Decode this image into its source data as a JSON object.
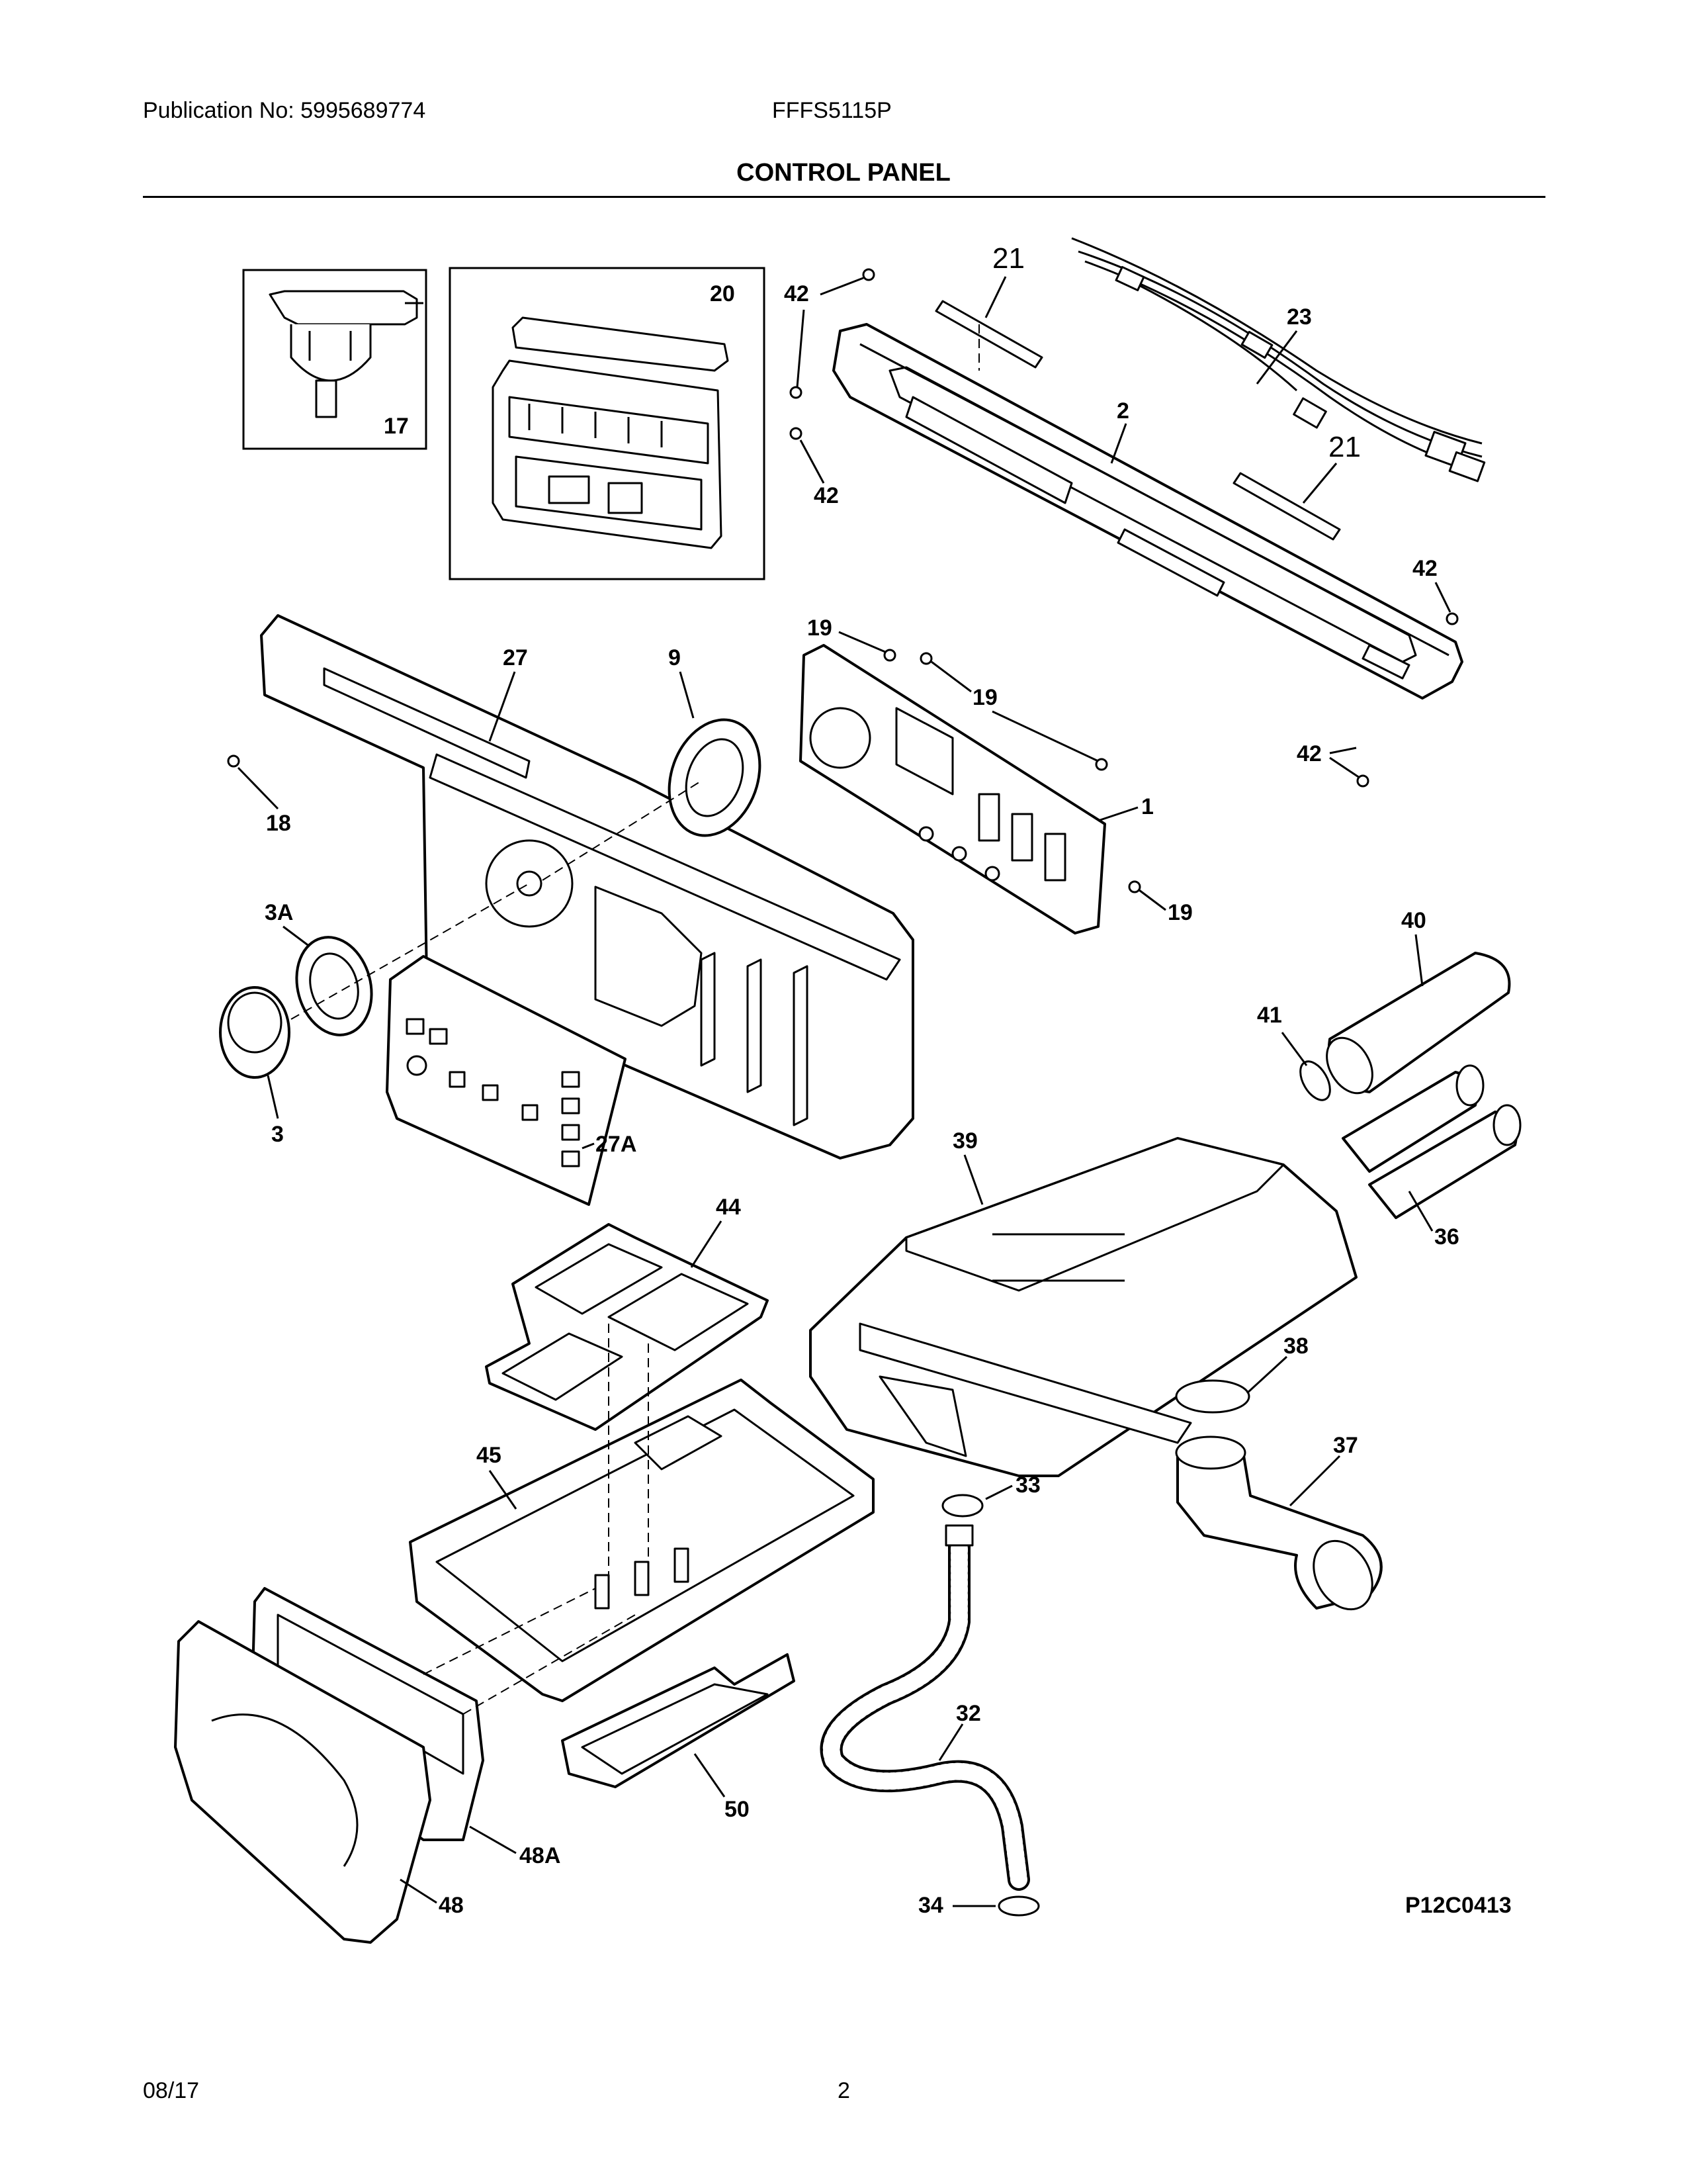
{
  "header": {
    "publication": "Publication No: 5995689774",
    "model": "FFFS5115P"
  },
  "title": "CONTROL PANEL",
  "footer": {
    "date": "08/17",
    "page": "2"
  },
  "diagram_code": "P12C0413",
  "callouts": {
    "c17": "17",
    "c20": "20",
    "c42a": "42",
    "c42b": "42",
    "c42c": "42",
    "c42d": "42",
    "c21a": "21",
    "c21b": "21",
    "c23": "23",
    "c2": "2",
    "c27": "27",
    "c9": "9",
    "c19a": "19",
    "c19b": "19",
    "c19c": "19",
    "c1": "1",
    "c18": "18",
    "c3A": "3A",
    "c3": "3",
    "c27A": "27A",
    "c40": "40",
    "c41": "41",
    "c36": "36",
    "c39": "39",
    "c44": "44",
    "c38": "38",
    "c45": "45",
    "c37": "37",
    "c33": "33",
    "c32": "32",
    "c50": "50",
    "c48A": "48A",
    "c48": "48",
    "c34": "34"
  }
}
